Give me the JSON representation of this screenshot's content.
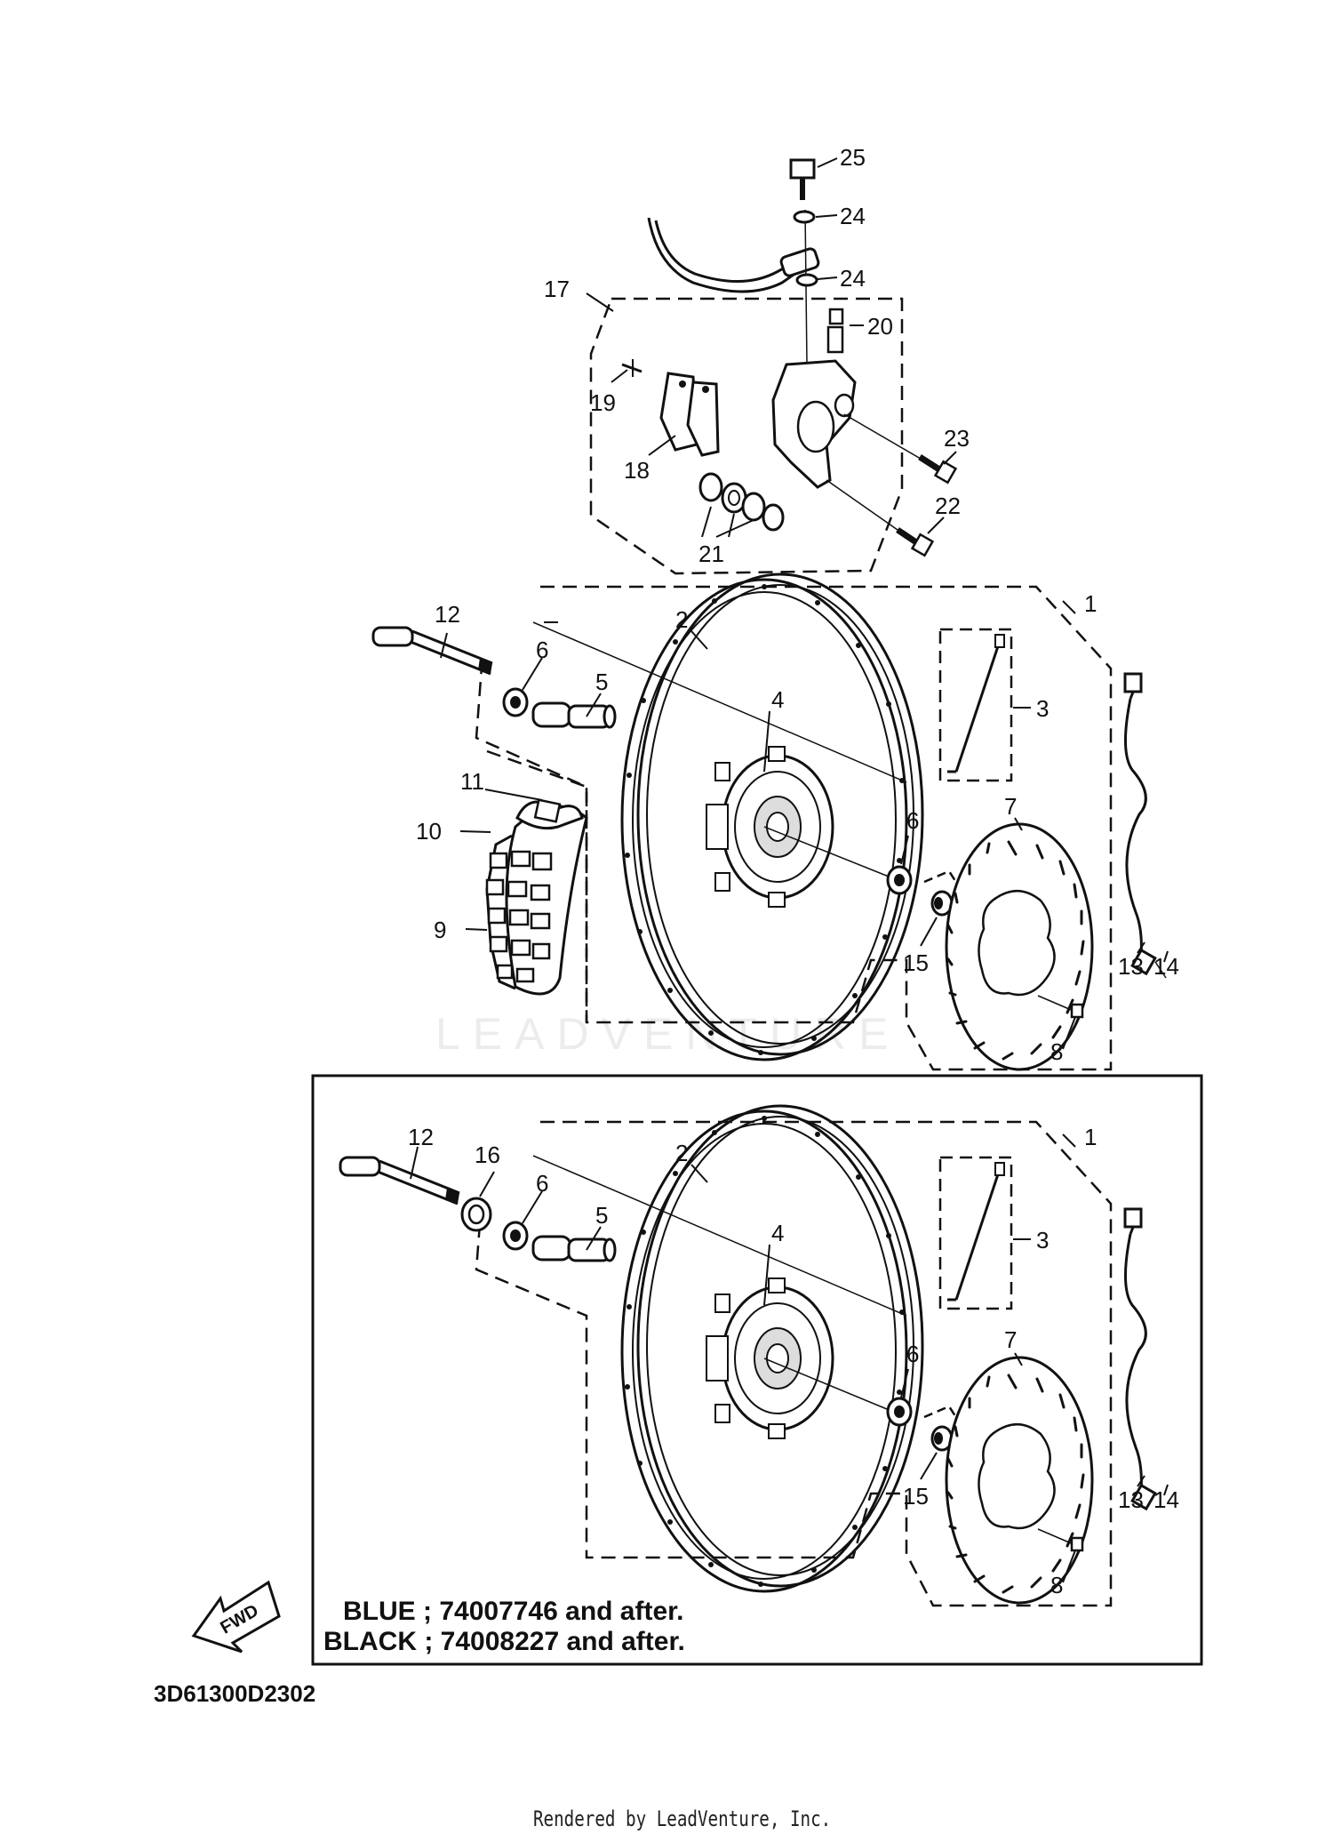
{
  "diagram": {
    "top_assembly_callouts": [
      "1",
      "2",
      "3",
      "4",
      "5",
      "6",
      "6",
      "7",
      "8",
      "9",
      "10",
      "11",
      "12",
      "13",
      "14",
      "15"
    ],
    "caliper_callouts": [
      "17",
      "18",
      "19",
      "20",
      "21",
      "22",
      "23",
      "24",
      "24",
      "25"
    ],
    "bottom_assembly_callouts": [
      "1",
      "2",
      "3",
      "4",
      "5",
      "6",
      "6",
      "7",
      "8",
      "12",
      "13",
      "14",
      "15",
      "16"
    ],
    "fwd_icon_label": "FWD",
    "watermark": "LEADVENTURE"
  },
  "notes": {
    "line1": "BLUE ; 74007746 and after.",
    "line2": "BLACK ; 74008227 and after."
  },
  "diagram_code": "3D61300D2302",
  "footer": "Rendered by LeadVenture, Inc."
}
